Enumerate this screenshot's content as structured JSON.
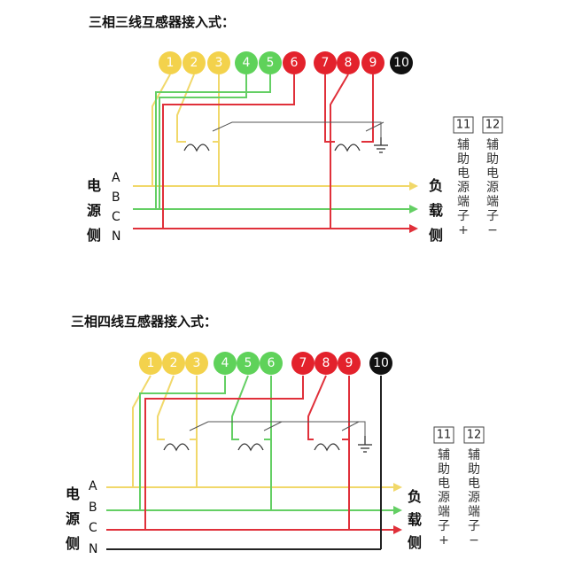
{
  "colors": {
    "yellow": "#f3d24c",
    "green": "#5fd25a",
    "red": "#e3222c",
    "black": "#111111",
    "wire_yellow": "#f1d86a",
    "wire_green": "#64cf64",
    "wire_red": "#e0303a",
    "wire_black": "#222222",
    "ct_line": "#555555"
  },
  "diagrams": [
    {
      "title": "三相三线互感器接入式：",
      "terminals": [
        {
          "num": "1",
          "color": "yellow"
        },
        {
          "num": "2",
          "color": "yellow"
        },
        {
          "num": "3",
          "color": "yellow"
        },
        {
          "num": "4",
          "color": "green"
        },
        {
          "num": "5",
          "color": "green"
        },
        {
          "num": "6",
          "color": "red"
        },
        {
          "num": "7",
          "color": "red"
        },
        {
          "num": "8",
          "color": "red"
        },
        {
          "num": "9",
          "color": "red"
        },
        {
          "num": "10",
          "color": "black"
        }
      ],
      "source_label": [
        "电",
        "源",
        "侧"
      ],
      "load_label": [
        "负",
        "载",
        "侧"
      ],
      "phases": [
        "A",
        "B",
        "C",
        "N"
      ],
      "aux": [
        {
          "num": "11",
          "label": [
            "辅",
            "助",
            "电",
            "源",
            "端",
            "子",
            "+"
          ]
        },
        {
          "num": "12",
          "label": [
            "辅",
            "助",
            "电",
            "源",
            "端",
            "子",
            "−"
          ]
        }
      ]
    },
    {
      "title": "三相四线互感器接入式：",
      "terminals": [
        {
          "num": "1",
          "color": "yellow"
        },
        {
          "num": "2",
          "color": "yellow"
        },
        {
          "num": "3",
          "color": "yellow"
        },
        {
          "num": "4",
          "color": "green"
        },
        {
          "num": "5",
          "color": "green"
        },
        {
          "num": "6",
          "color": "green"
        },
        {
          "num": "7",
          "color": "red"
        },
        {
          "num": "8",
          "color": "red"
        },
        {
          "num": "9",
          "color": "red"
        },
        {
          "num": "10",
          "color": "black"
        }
      ],
      "source_label": [
        "电",
        "源",
        "侧"
      ],
      "load_label": [
        "负",
        "载",
        "侧"
      ],
      "phases": [
        "A",
        "B",
        "C",
        "N"
      ],
      "aux": [
        {
          "num": "11",
          "label": [
            "辅",
            "助",
            "电",
            "源",
            "端",
            "子",
            "+"
          ]
        },
        {
          "num": "12",
          "label": [
            "辅",
            "助",
            "电",
            "源",
            "端",
            "子",
            "−"
          ]
        }
      ]
    }
  ]
}
